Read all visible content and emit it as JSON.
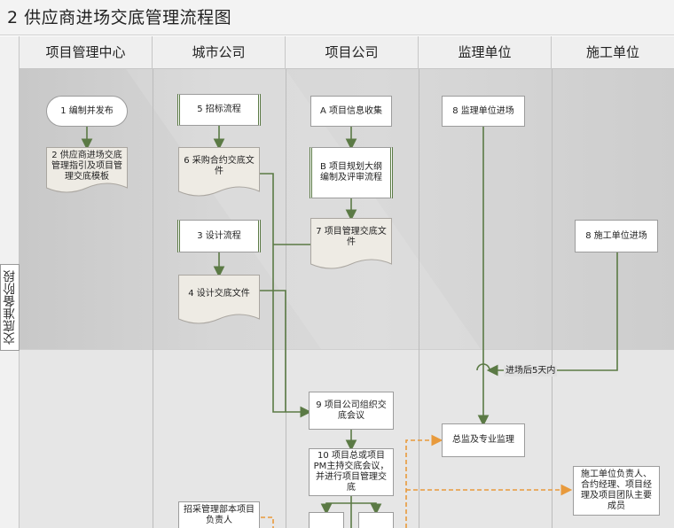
{
  "title": "2 供应商进场交底管理流程图",
  "phase_label": "交底准备阶段",
  "lanes": [
    "项目管理中心",
    "城市公司",
    "项目公司",
    "监理单位",
    "施工单位"
  ],
  "nodes": {
    "n1": "1 编制并发布",
    "n2": "2 供应商进场交底管理指引及项目管理交底模板",
    "n5": "5 招标流程",
    "n6": "6 采购合约交底文件",
    "n3": "3 设计流程",
    "n4": "4 设计交底文件",
    "nA": "A 项目信息收集",
    "nB": "B 项目规划大纲编制及评审流程",
    "n7": "7 项目管理交底文件",
    "n9": "9 项目公司组织交底会议",
    "n10": "10 项目总或项目PM主持交底会议，并进行项目管理交底",
    "n8a": "8 监理单位进场",
    "n8b": "8 施工单位进场",
    "zj": "总监及专业监理",
    "sg": "施工单位负责人、合约经理、项目经理及项目团队主要成员",
    "zc": "招采管理部本项目负责人"
  },
  "edge_label": "进场后5天内",
  "colors": {
    "arrow_green": "#5b7a45",
    "arrow_orange": "#e89a3c"
  }
}
